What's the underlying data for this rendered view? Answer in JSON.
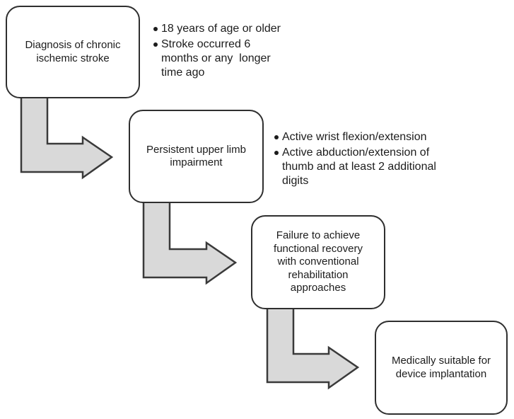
{
  "canvas": {
    "background": "#ffffff"
  },
  "styles": {
    "box_fill": "#ffffff",
    "box_border": "#2f2f2f",
    "arrow_fill": "#d9d9d9",
    "arrow_border": "#3a3a3a",
    "text_color": "#1c1c1c",
    "bg": "#ffffff"
  },
  "flow": {
    "steps": [
      {
        "label": "Diagnosis of chronic\nischemic stroke"
      },
      {
        "label": "Persistent upper limb\nimpairment"
      },
      {
        "label": "Failure to achieve\nfunctional recovery\nwith conventional\nrehabilitation\napproaches"
      },
      {
        "label": "Medically suitable for\ndevice implantation"
      }
    ],
    "criteria_groups": [
      {
        "items": [
          "18 years of age or older",
          "Stroke occurred 6\nmonths or any  longer\ntime ago"
        ]
      },
      {
        "items": [
          "Active wrist flexion/extension",
          "Active abduction/extension of\nthumb and at least 2 additional\ndigits"
        ]
      }
    ]
  }
}
